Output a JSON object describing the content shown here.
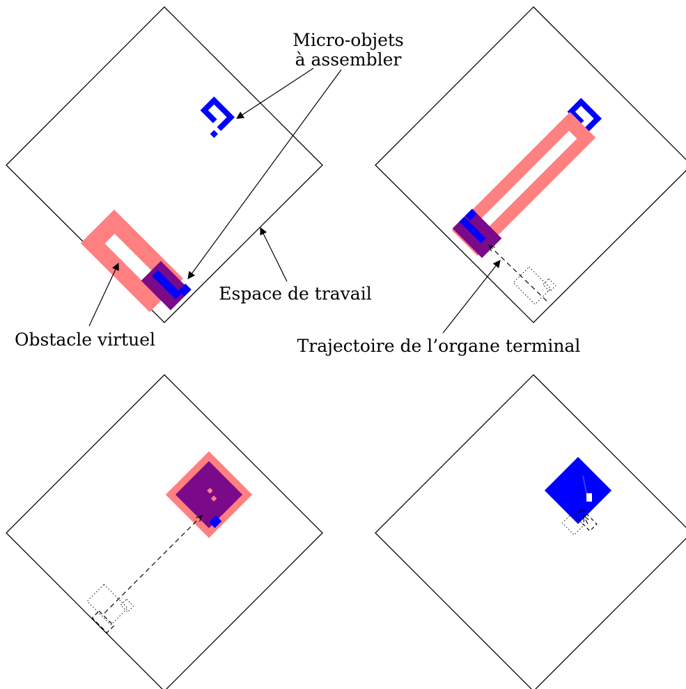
{
  "labels": {
    "micro_objets_line1": "Micro-objets",
    "micro_objets_line2": "à assembler",
    "espace_de_travail": "Espace de travail",
    "obstacle_virtuel": "Obstacle virtuel",
    "trajectoire": "Trajectoire de l’organe terminal"
  },
  "colors": {
    "micro_object": "#0000ff",
    "virtual_obstacle": "#ff8080",
    "overlap": "#7a0a8a",
    "workspace_outline": "#000000"
  },
  "panels": [
    {
      "step": 1,
      "content": "virtual obstacle around lower micro-object, upper micro-object free"
    },
    {
      "step": 2,
      "content": "elongated virtual obstacle, end effector moved along trajectory"
    },
    {
      "step": 3,
      "content": "objects brought together, trajectory shown"
    },
    {
      "step": 4,
      "content": "assembled micro-objects"
    }
  ]
}
